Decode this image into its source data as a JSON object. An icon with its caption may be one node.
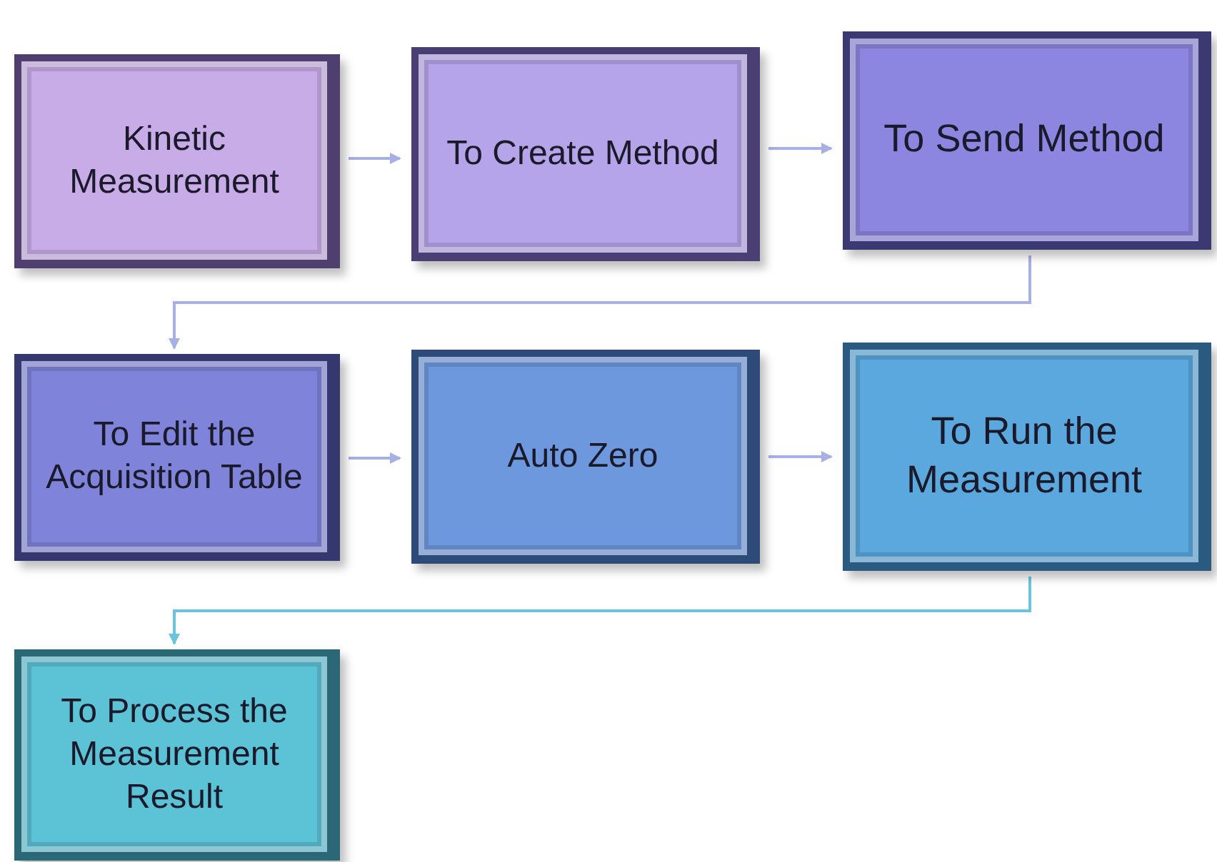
{
  "diagram": {
    "nodes": [
      {
        "text": [
          "Kinetic Measurement"
        ]
      },
      {
        "text": [
          "To Create Method"
        ]
      },
      {
        "text": [
          "To Send Method"
        ]
      },
      {
        "text": [
          "To Edit the Acquisition Table"
        ]
      },
      {
        "text": [
          "Auto Zero"
        ]
      },
      {
        "text": [
          "To Run the Measurement"
        ]
      },
      {
        "text": [
          "To Process the Measurement Result"
        ]
      }
    ],
    "edges": [
      {
        "from": 0,
        "to": 1,
        "arrow": "to"
      },
      {
        "from": 1,
        "to": 2,
        "arrow": "to"
      },
      {
        "from": 2,
        "to": 3,
        "arrow": "to"
      },
      {
        "from": 3,
        "to": 4,
        "arrow": "to"
      },
      {
        "from": 4,
        "to": 5,
        "arrow": "to"
      },
      {
        "from": 5,
        "to": 6,
        "arrow": "to",
        "color": "#6cc4dc"
      }
    ]
  }
}
